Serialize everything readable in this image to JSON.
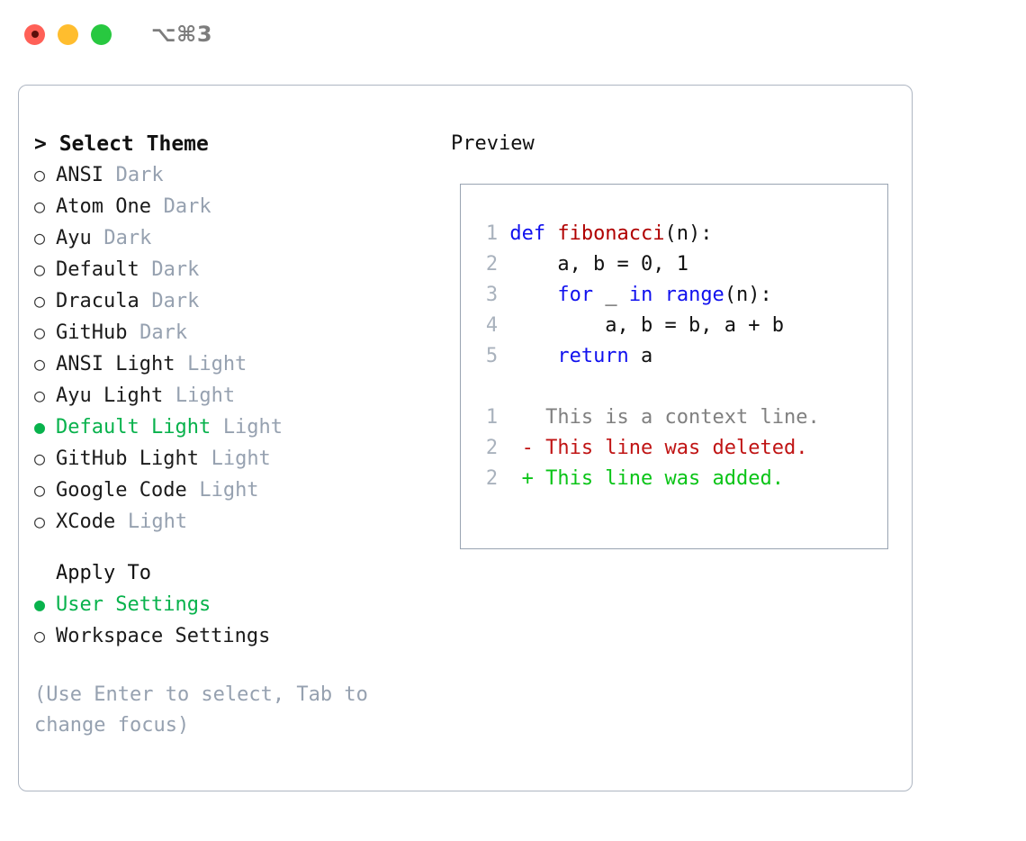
{
  "window": {
    "shortcut": "⌥⌘3",
    "traffic_lights": [
      {
        "name": "close-button",
        "color": "#ff6057"
      },
      {
        "name": "minimize-button",
        "color": "#ffbd2e"
      },
      {
        "name": "maximize-button",
        "color": "#28c840"
      }
    ]
  },
  "theme_list": {
    "header": "> Select Theme",
    "marker_selected": "●",
    "marker_unselected": "○",
    "items": [
      {
        "name": "ANSI",
        "kind": "Dark",
        "selected": false
      },
      {
        "name": "Atom One",
        "kind": "Dark",
        "selected": false
      },
      {
        "name": "Ayu",
        "kind": "Dark",
        "selected": false
      },
      {
        "name": "Default",
        "kind": "Dark",
        "selected": false
      },
      {
        "name": "Dracula",
        "kind": "Dark",
        "selected": false
      },
      {
        "name": "GitHub",
        "kind": "Dark",
        "selected": false
      },
      {
        "name": "ANSI Light",
        "kind": "Light",
        "selected": false
      },
      {
        "name": "Ayu Light",
        "kind": "Light",
        "selected": false
      },
      {
        "name": "Default Light",
        "kind": "Light",
        "selected": true
      },
      {
        "name": "GitHub Light",
        "kind": "Light",
        "selected": false
      },
      {
        "name": "Google Code",
        "kind": "Light",
        "selected": false
      },
      {
        "name": "XCode",
        "kind": "Light",
        "selected": false
      }
    ]
  },
  "apply_to": {
    "header": "Apply To",
    "options": [
      {
        "label": "User Settings",
        "selected": true
      },
      {
        "label": "Workspace Settings",
        "selected": false
      }
    ]
  },
  "hint": "(Use Enter to select, Tab to change focus)",
  "preview": {
    "title": "Preview",
    "code_lines": [
      {
        "num": "1",
        "tokens": [
          {
            "t": "def ",
            "c": "kw"
          },
          {
            "t": "fibonacci",
            "c": "fn"
          },
          {
            "t": "(n):",
            "c": "txt"
          }
        ]
      },
      {
        "num": "2",
        "tokens": [
          {
            "t": "    a, b = 0, 1",
            "c": "txt"
          }
        ]
      },
      {
        "num": "3",
        "tokens": [
          {
            "t": "    ",
            "c": "txt"
          },
          {
            "t": "for",
            "c": "kw"
          },
          {
            "t": " _ ",
            "c": "txt"
          },
          {
            "t": "in",
            "c": "kw"
          },
          {
            "t": " ",
            "c": "txt"
          },
          {
            "t": "range",
            "c": "kw"
          },
          {
            "t": "(n):",
            "c": "txt"
          }
        ]
      },
      {
        "num": "4",
        "tokens": [
          {
            "t": "        a, b = b, a + b",
            "c": "txt"
          }
        ]
      },
      {
        "num": "5",
        "tokens": [
          {
            "t": "    ",
            "c": "txt"
          },
          {
            "t": "return",
            "c": "kw"
          },
          {
            "t": " a",
            "c": "txt"
          }
        ]
      }
    ],
    "diff_lines": [
      {
        "num": "1",
        "sign": "  ",
        "text": "This is a context line.",
        "c": "ctx"
      },
      {
        "num": "2",
        "sign": "- ",
        "text": "This line was deleted.",
        "c": "del"
      },
      {
        "num": "2",
        "sign": "+ ",
        "text": "This line was added.",
        "c": "add"
      }
    ]
  },
  "colors": {
    "accent_green": "#08b24c",
    "muted": "#96a1b0",
    "border": "#aeb6c2",
    "preview_border": "#99a4b2",
    "keyword_blue": "#1010ee",
    "function_red": "#b00000",
    "diff_delete": "#c01414",
    "diff_add": "#0ac417",
    "line_number": "#a9b2bd"
  }
}
